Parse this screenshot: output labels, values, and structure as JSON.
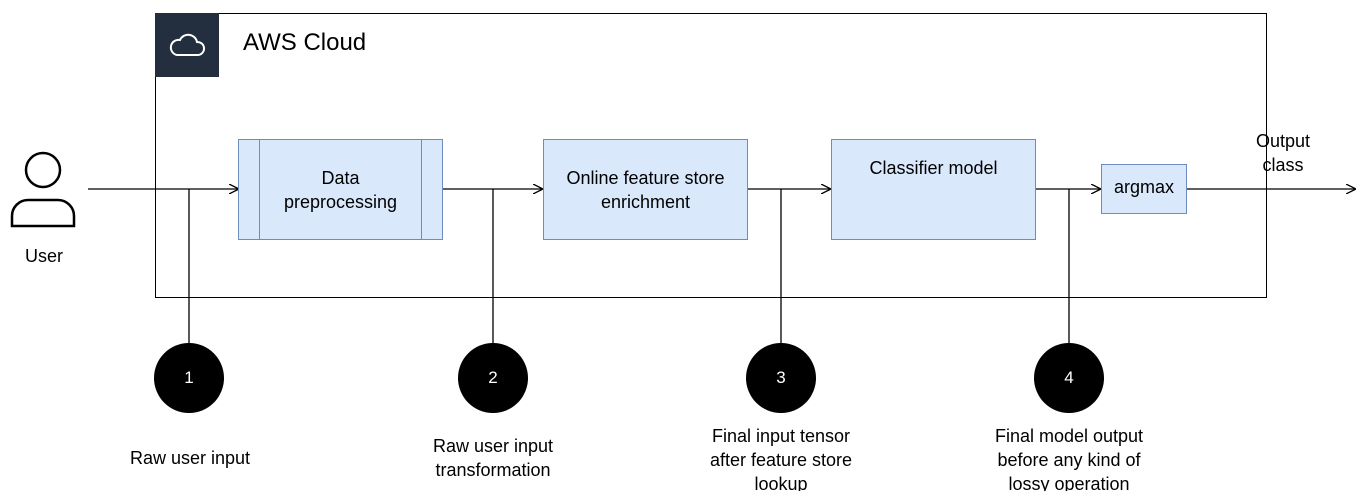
{
  "cloud": {
    "title": "AWS Cloud",
    "badge_icon": "aws-cloud-icon",
    "badge_color": "#232f3e"
  },
  "user": {
    "label": "User",
    "icon": "user-icon"
  },
  "steps": [
    {
      "label": "Data\npreprocessing"
    },
    {
      "label": "Online feature store\nenrichment"
    },
    {
      "label": "Classifier model"
    },
    {
      "label": "argmax"
    }
  ],
  "output": {
    "label": "Output\nclass"
  },
  "checkpoints": [
    {
      "number": "1",
      "caption": "Raw user input"
    },
    {
      "number": "2",
      "caption": "Raw user input\ntransformation"
    },
    {
      "number": "3",
      "caption": "Final input tensor\nafter feature store\nlookup"
    },
    {
      "number": "4",
      "caption": "Final model output\nbefore any kind of\nlossy operation"
    }
  ],
  "colors": {
    "box_fill": "#dae8fc",
    "box_stroke": "#6c8ebf",
    "marker_fill": "#000000"
  }
}
